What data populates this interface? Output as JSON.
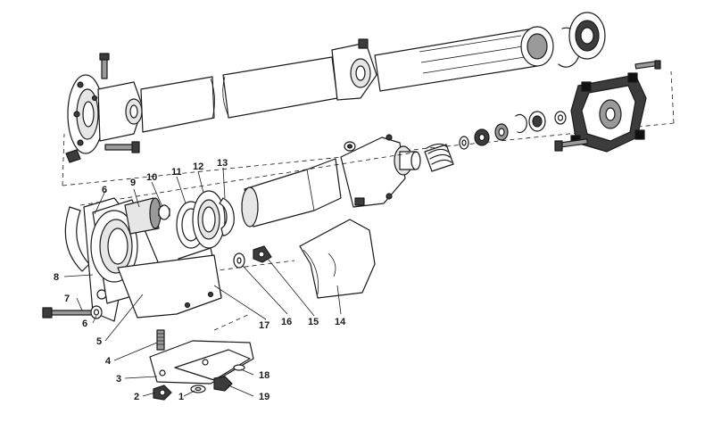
{
  "callouts": [
    {
      "id": "c1",
      "label": "1"
    },
    {
      "id": "c2",
      "label": "2"
    },
    {
      "id": "c3",
      "label": "3"
    },
    {
      "id": "c4",
      "label": "4"
    },
    {
      "id": "c5",
      "label": "5"
    },
    {
      "id": "c6a",
      "label": "6"
    },
    {
      "id": "c6b",
      "label": "6"
    },
    {
      "id": "c7",
      "label": "7"
    },
    {
      "id": "c8",
      "label": "8"
    },
    {
      "id": "c9",
      "label": "9"
    },
    {
      "id": "c10",
      "label": "10"
    },
    {
      "id": "c11",
      "label": "11"
    },
    {
      "id": "c12",
      "label": "12"
    },
    {
      "id": "c13",
      "label": "13"
    },
    {
      "id": "c14",
      "label": "14"
    },
    {
      "id": "c15",
      "label": "15"
    },
    {
      "id": "c16",
      "label": "16"
    },
    {
      "id": "c17",
      "label": "17"
    },
    {
      "id": "c18",
      "label": "18"
    },
    {
      "id": "c19",
      "label": "19"
    }
  ]
}
